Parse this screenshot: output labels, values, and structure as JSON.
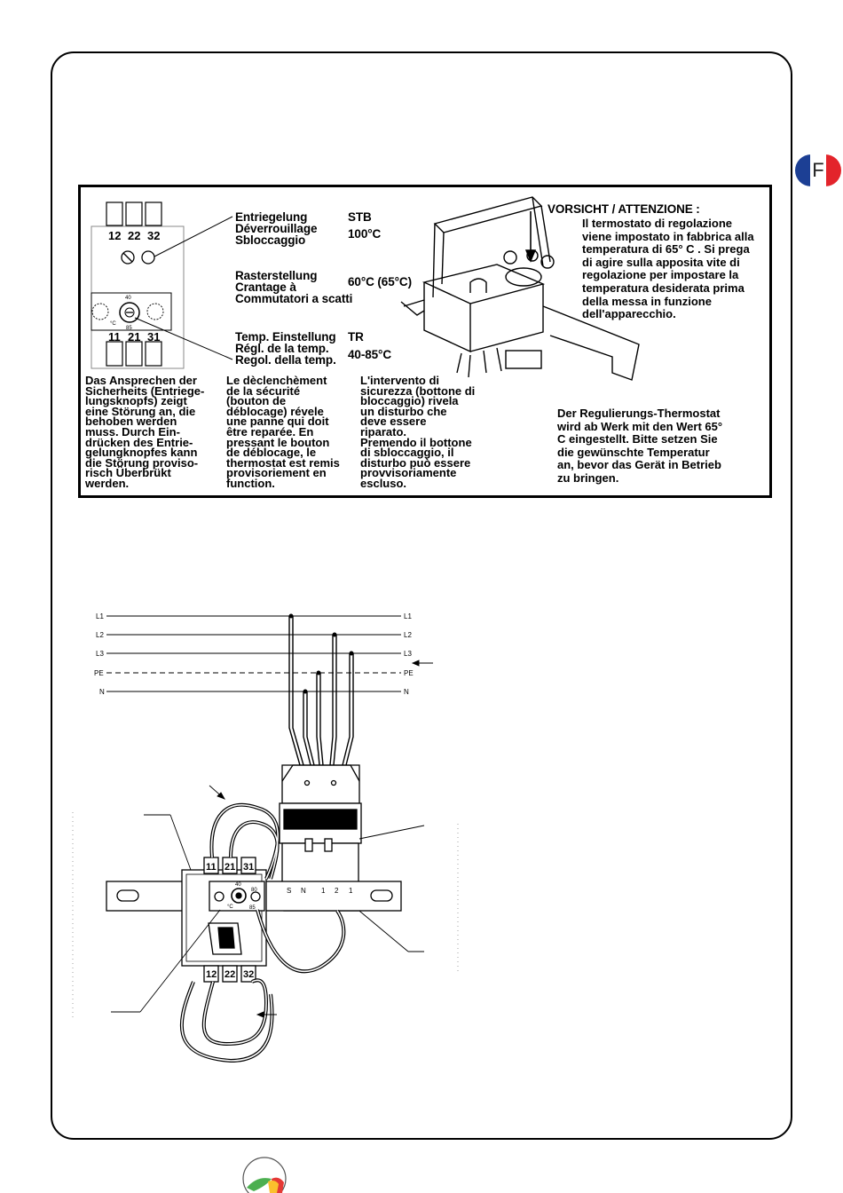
{
  "flag": {
    "letter": "F"
  },
  "labels": {
    "unlock": "Entriegelung\nDéverrouillage\nSbloccaggio",
    "stb": "STB",
    "stb_temp": "100°C",
    "detent": "Rasterstellung\nCrantage à\nCommutatori a scatti",
    "detent_temp": "60°C (65°C)",
    "temp_setting": "Temp. Einstellung\nRégl. de la temp.\nRegol. della temp.",
    "tr": "TR",
    "tr_range": "40-85°C"
  },
  "terminals": {
    "top": [
      "12",
      "22",
      "32"
    ],
    "bottom": [
      "11",
      "21",
      "31"
    ]
  },
  "dial": {
    "top": "40",
    "left": "°C",
    "bottom": "85"
  },
  "caution": {
    "title": "VORSICHT / ATTENZIONE :",
    "text": "Il termostato di regolazione\nviene impostato in fabbrica alla\ntemperatura di 65° C . Si prega\ndi agire sulla apposita vite di\nregolazione per impostare la\ntemperatura desiderata prima\ndella messa in funzione\ndell'apparecchio."
  },
  "paragraphs": {
    "de": "Das Ansprechen der\nSicherheits (Entriege-\nlungsknopfs) zeigt\neine Störung an, die\nbehoben werden\nmuss. Durch Ein-\ndrücken des Entrie-\ngelungknopfes kann\ndie Störung proviso-\nrisch Überbrükt\nwerden.",
    "fr": "Le dèclenchèment\nde la sécurité\n(bouton de\ndéblocage) révele\nune panne qui doit\nêtre reparée. En\npressant le bouton\nde déblocage, le\nthermostat est remis\nprovisoriement en\nfunction.",
    "it": "L'intervento di\nsicurezza (bottone di\nbloccaggio) rivela\nun disturbo che\ndeve essere\nriparato.\nPremendo il bottone\ndi sbloccaggio, il\ndisturbo può essere\nprovvisoriamente\nescluso.",
    "de_factory": "Der Regulierungs-Thermostat\nwird ab Werk mit den Wert 65°\nC  eingestellt. Bitte setzen Sie\ndie gewünschte Temperatur\nan, bevor das Gerät in Betrieb\nzu bringen."
  },
  "wiring": {
    "lines": [
      "L1",
      "L2",
      "L3",
      "PE",
      "N"
    ],
    "top_terminals": [
      "11",
      "21",
      "31"
    ],
    "bottom_terminals": [
      "12",
      "22",
      "32"
    ],
    "block_terminals": [
      "S",
      "N",
      "1",
      "2",
      "1"
    ],
    "dial_top": "40",
    "dial_left": "°C",
    "dial_right": "80",
    "dial_bottom": "85"
  }
}
